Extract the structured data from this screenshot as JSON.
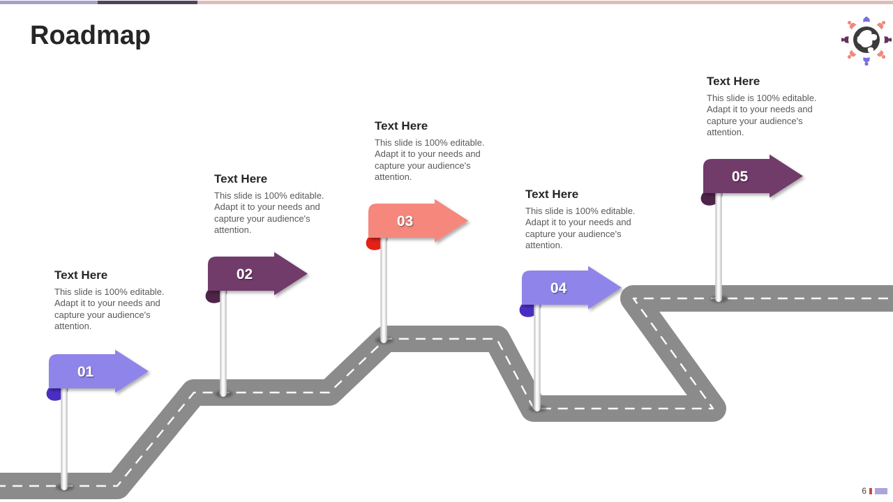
{
  "slide": {
    "title": "Roadmap"
  },
  "header_bar": {
    "segment_colors": [
      "#A7A0CB",
      "#50445A",
      "#E0BCB8"
    ]
  },
  "milestones": [
    {
      "number": "01",
      "heading": "Text Here",
      "description": "This slide is 100% editable. Adapt it to your needs and capture your audience's attention.",
      "sign_color": "#8F84E9",
      "curl_color": "#4A2EC2"
    },
    {
      "number": "02",
      "heading": "Text Here",
      "description": "This slide is 100% editable. Adapt it to your needs and capture your audience's attention.",
      "sign_color": "#713A6A",
      "curl_color": "#4E2448"
    },
    {
      "number": "03",
      "heading": "Text Here",
      "description": "This slide is 100% editable. Adapt it to your needs and capture your audience's attention.",
      "sign_color": "#F5877D",
      "curl_color": "#E32118"
    },
    {
      "number": "04",
      "heading": "Text Here",
      "description": "This slide is 100% editable. Adapt it to your needs and capture your audience's attention.",
      "sign_color": "#8F84E9",
      "curl_color": "#4A2EC2"
    },
    {
      "number": "05",
      "heading": "Text Here",
      "description": "This slide is 100% editable. Adapt it to your needs and capture your audience's attention.",
      "sign_color": "#713A6A",
      "curl_color": "#4E2448"
    }
  ],
  "road": {
    "color": "#8B8B8B",
    "center_line_color": "#FFFFFF",
    "pole_shadow_color": "#3F3F3F"
  },
  "logo": {
    "name": "globe-people-logo",
    "globe_color": "#3B3B3B",
    "person_colors": {
      "north_south": "#7B6FE0",
      "east_west": "#62325B",
      "diagonal": "#F0897E"
    }
  },
  "footer": {
    "page_number": "6",
    "tick_color": "#C0504D",
    "bar_color": "#ACA5DB"
  }
}
